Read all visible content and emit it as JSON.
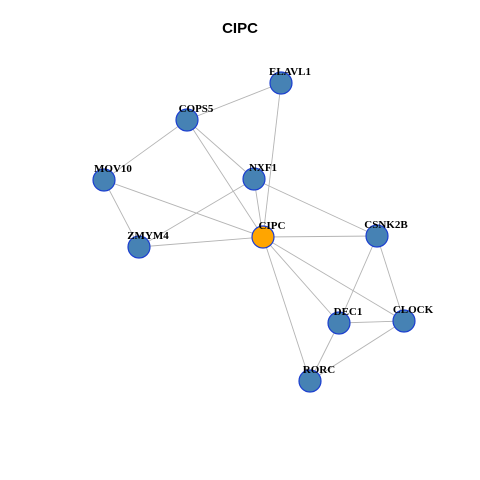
{
  "title": "CIPC",
  "colors": {
    "node_fill": "#4682b4",
    "center_fill": "#ffa500",
    "node_stroke": "#1c3fd0",
    "edge": "#b4b4b4"
  },
  "nodes": [
    {
      "id": "ELAVL1",
      "label": "ELAVL1",
      "center": false
    },
    {
      "id": "COPS5",
      "label": "COPS5",
      "center": false
    },
    {
      "id": "NXF1",
      "label": "NXF1",
      "center": false
    },
    {
      "id": "MOV10",
      "label": "MOV10",
      "center": false
    },
    {
      "id": "CSNK2B",
      "label": "CSNK2B",
      "center": false
    },
    {
      "id": "ZMYM4",
      "label": "ZMYM4",
      "center": false
    },
    {
      "id": "CIPC",
      "label": "CIPC",
      "center": true
    },
    {
      "id": "CLOCK",
      "label": "CLOCK",
      "center": false
    },
    {
      "id": "DEC1",
      "label": "DEC1",
      "center": false
    },
    {
      "id": "RORC",
      "label": "RORC",
      "center": false
    }
  ],
  "edges": [
    [
      "COPS5",
      "ELAVL1"
    ],
    [
      "ELAVL1",
      "CIPC"
    ],
    [
      "COPS5",
      "MOV10"
    ],
    [
      "COPS5",
      "NXF1"
    ],
    [
      "COPS5",
      "CIPC"
    ],
    [
      "MOV10",
      "ZMYM4"
    ],
    [
      "MOV10",
      "CIPC"
    ],
    [
      "NXF1",
      "ZMYM4"
    ],
    [
      "NXF1",
      "CIPC"
    ],
    [
      "NXF1",
      "CSNK2B"
    ],
    [
      "ZMYM4",
      "CIPC"
    ],
    [
      "CIPC",
      "CSNK2B"
    ],
    [
      "CIPC",
      "DEC1"
    ],
    [
      "CIPC",
      "CLOCK"
    ],
    [
      "CIPC",
      "RORC"
    ],
    [
      "CSNK2B",
      "DEC1"
    ],
    [
      "CSNK2B",
      "CLOCK"
    ],
    [
      "DEC1",
      "CLOCK"
    ],
    [
      "DEC1",
      "RORC"
    ],
    [
      "RORC",
      "CLOCK"
    ]
  ]
}
